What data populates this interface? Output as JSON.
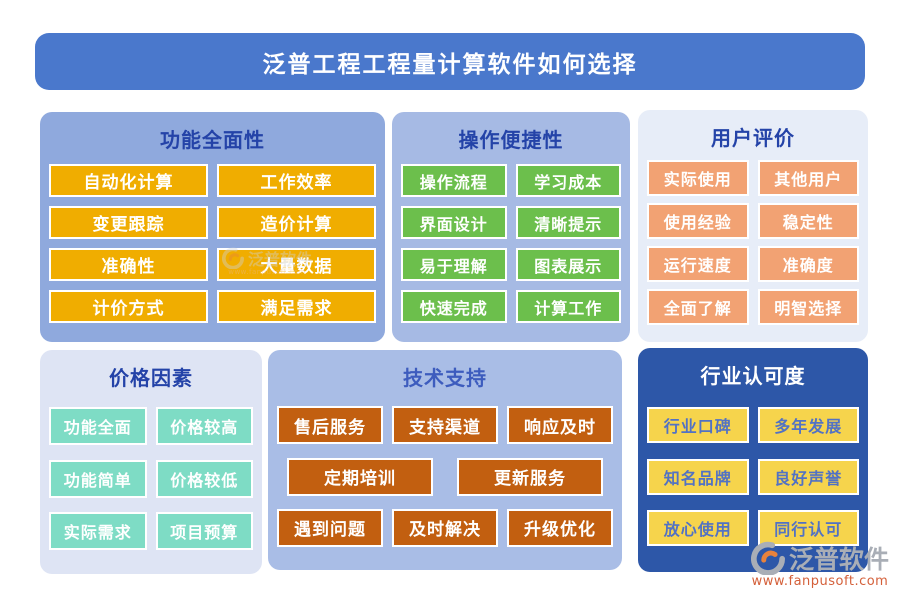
{
  "title": "泛普工程工程量计算软件如何选择",
  "panels": [
    {
      "title": "功能全面性",
      "items": [
        [
          "自动化计算",
          "工作效率"
        ],
        [
          "变更跟踪",
          "造价计算"
        ],
        [
          "准确性",
          "大量数据"
        ],
        [
          "计价方式",
          "满足需求"
        ]
      ]
    },
    {
      "title": "操作便捷性",
      "items": [
        [
          "操作流程",
          "学习成本"
        ],
        [
          "界面设计",
          "清晰提示"
        ],
        [
          "易于理解",
          "图表展示"
        ],
        [
          "快速完成",
          "计算工作"
        ]
      ]
    },
    {
      "title": "用户评价",
      "items": [
        [
          "实际使用",
          "其他用户"
        ],
        [
          "使用经验",
          "稳定性"
        ],
        [
          "运行速度",
          "准确度"
        ],
        [
          "全面了解",
          "明智选择"
        ]
      ]
    },
    {
      "title": "价格因素",
      "items": [
        [
          "功能全面",
          "价格较高"
        ],
        [
          "功能简单",
          "价格较低"
        ],
        [
          "实际需求",
          "项目预算"
        ]
      ]
    },
    {
      "title": "技术支持",
      "items": [
        [
          "售后服务",
          "支持渠道",
          "响应及时"
        ],
        [
          "定期培训",
          "更新服务"
        ],
        [
          "遇到问题",
          "及时解决",
          "升级优化"
        ]
      ]
    },
    {
      "title": "行业认可度",
      "items": [
        [
          "行业口碑",
          "多年发展"
        ],
        [
          "知名品牌",
          "良好声誉"
        ],
        [
          "放心使用",
          "同行认可"
        ]
      ]
    }
  ],
  "watermark": {
    "brand": "泛普软件",
    "url": "www.fanpusoft.com"
  },
  "colors": {
    "banner": "#4a78cc",
    "panel_functionality_bg": "#8fa9dd",
    "panel_operation_bg": "#a6bae4",
    "panel_user_bg": "#e7edf8",
    "panel_price_bg": "#dee4f4",
    "panel_tech_bg": "#a9bde6",
    "panel_industry_bg": "#2d57a8",
    "chip_functionality": "#f0ad00",
    "chip_operation": "#6cbf4c",
    "chip_user": "#f2a273",
    "chip_price": "#7edcc5",
    "chip_tech": "#c25f10",
    "chip_industry": "#f6d44c",
    "header_text": "#2443a8",
    "watermark_url_text": "#d4603a"
  }
}
